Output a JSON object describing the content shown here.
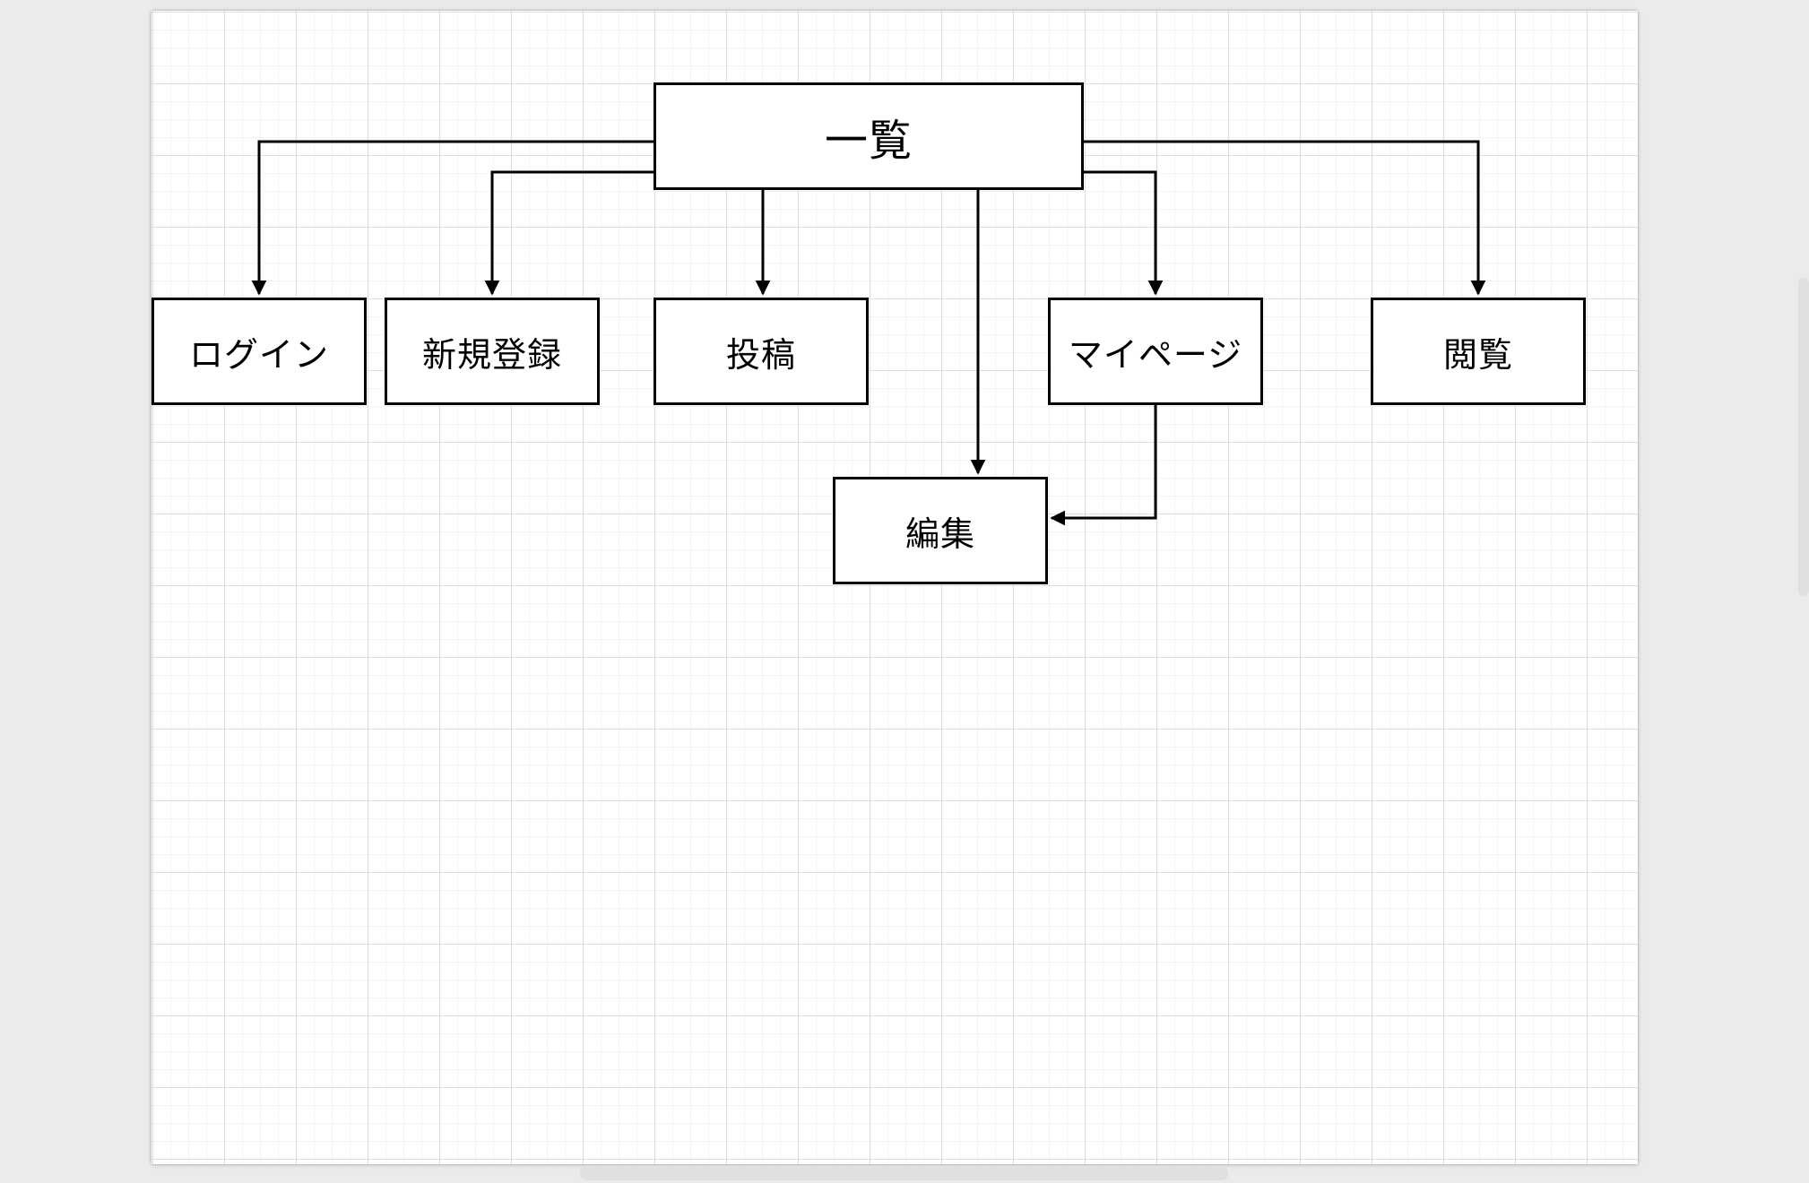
{
  "diagram": {
    "nodes": [
      {
        "id": "ichiran",
        "label": "一覧"
      },
      {
        "id": "login",
        "label": "ログイン"
      },
      {
        "id": "shinki_touroku",
        "label": "新規登録"
      },
      {
        "id": "toukou",
        "label": "投稿"
      },
      {
        "id": "mypage",
        "label": "マイページ"
      },
      {
        "id": "etsuran",
        "label": "閲覧"
      },
      {
        "id": "henshuu",
        "label": "編集"
      }
    ],
    "edges": [
      {
        "from": "一覧",
        "to": "ログイン"
      },
      {
        "from": "一覧",
        "to": "新規登録"
      },
      {
        "from": "一覧",
        "to": "投稿"
      },
      {
        "from": "一覧",
        "to": "編集"
      },
      {
        "from": "一覧",
        "to": "マイページ"
      },
      {
        "from": "一覧",
        "to": "閲覧"
      },
      {
        "from": "マイページ",
        "to": "編集"
      }
    ],
    "colors": {
      "stroke": "#000000",
      "node_fill": "#ffffff",
      "page_bg": "#ebebeb",
      "grid_minor": "#f3f3f3",
      "grid_major": "#dedede",
      "scrollbar_thumb": "#e0e0e0"
    }
  }
}
